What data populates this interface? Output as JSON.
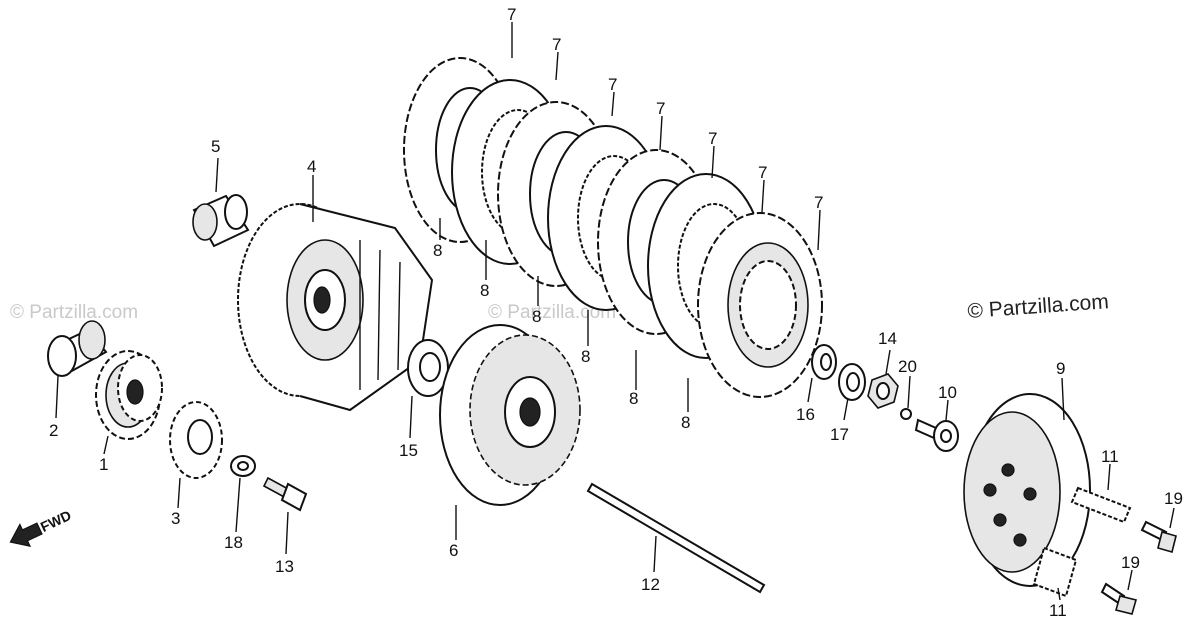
{
  "copyright": "© Partzilla.com",
  "watermark": "© Partzilla.com",
  "fwd_label": "FWD",
  "callouts": {
    "c1": "1",
    "c2": "2",
    "c3": "3",
    "c4": "4",
    "c5": "5",
    "c6": "6",
    "c7a": "7",
    "c7b": "7",
    "c7c": "7",
    "c7d": "7",
    "c7e": "7",
    "c7f": "7",
    "c7g": "7",
    "c8a": "8",
    "c8b": "8",
    "c8c": "8",
    "c8d": "8",
    "c8e": "8",
    "c8f": "8",
    "c9": "9",
    "c10": "10",
    "c11a": "11",
    "c11b": "11",
    "c12": "12",
    "c13": "13",
    "c14": "14",
    "c15": "15",
    "c16": "16",
    "c17": "17",
    "c18": "18",
    "c19a": "19",
    "c19b": "19",
    "c20": "20"
  }
}
